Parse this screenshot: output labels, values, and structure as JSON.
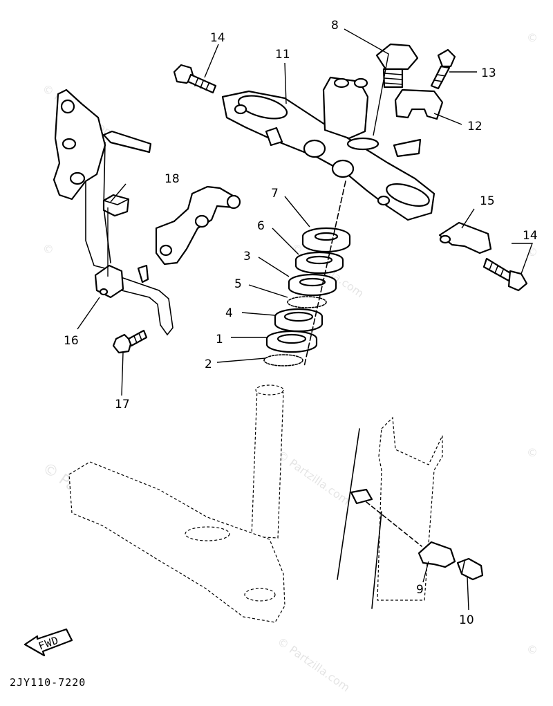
{
  "diagram": {
    "drawing_code": "2JY110-7220",
    "fwd_label": "FWD",
    "watermark_text": "© Partzilla.com",
    "watermark_corner_text": "©",
    "callouts": [
      "1",
      "2",
      "3",
      "4",
      "5",
      "6",
      "7",
      "8",
      "9",
      "10",
      "11",
      "12",
      "13",
      "14",
      "14",
      "15",
      "16",
      "17",
      "18"
    ]
  }
}
